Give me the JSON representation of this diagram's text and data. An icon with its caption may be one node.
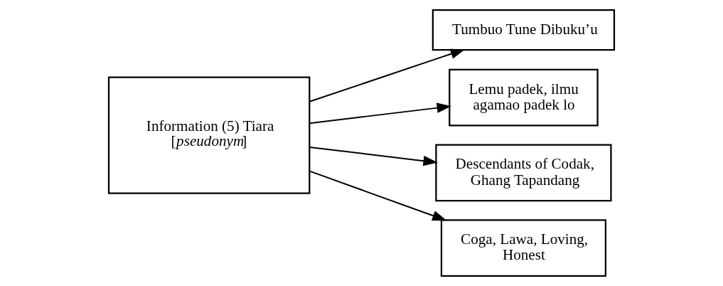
{
  "diagram": {
    "nodes": [
      {
        "text": [
          "Tumbuo Tune Dibuku’u"
        ]
      },
      {
        "text": [
          "Lemu padek, ilmu agamao padek lo"
        ]
      },
      {
        "text": [
          "Descendants of Codak, Ghang Tapandang"
        ]
      },
      {
        "text": [
          "Information (5) Tiara [*pseudonym*]"
        ]
      },
      {
        "text": [
          "Coga, Lawa, Loving, Honest"
        ]
      }
    ],
    "edges": [
      {
        "from": 3,
        "to": 0,
        "arrow": "to"
      },
      {
        "from": 3,
        "to": 1,
        "arrow": "to"
      },
      {
        "from": 3,
        "to": 2,
        "arrow": "to"
      },
      {
        "from": 3,
        "to": 4,
        "arrow": "to"
      }
    ]
  }
}
